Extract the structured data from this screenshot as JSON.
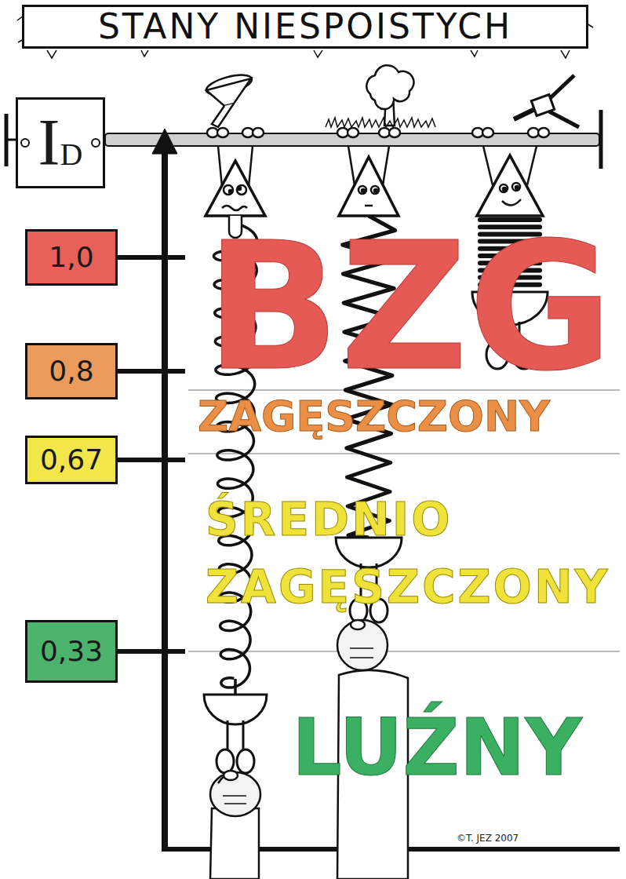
{
  "diagram": {
    "title": "STANY NIESPOISTYCH",
    "nodes": [
      {
        "text": [
          "ID"
        ]
      },
      {
        "text": [
          "1,0"
        ]
      },
      {
        "text": [
          "0,8"
        ]
      },
      {
        "text": [
          "0,67"
        ]
      },
      {
        "text": [
          "0,33"
        ]
      }
    ],
    "labels": [
      "BZG",
      "ZAGĘSZCZONY",
      "ŚREDNIO ZAGĘSZCZONY",
      "LUŹNY",
      "©T. JEZ 2007"
    ]
  }
}
